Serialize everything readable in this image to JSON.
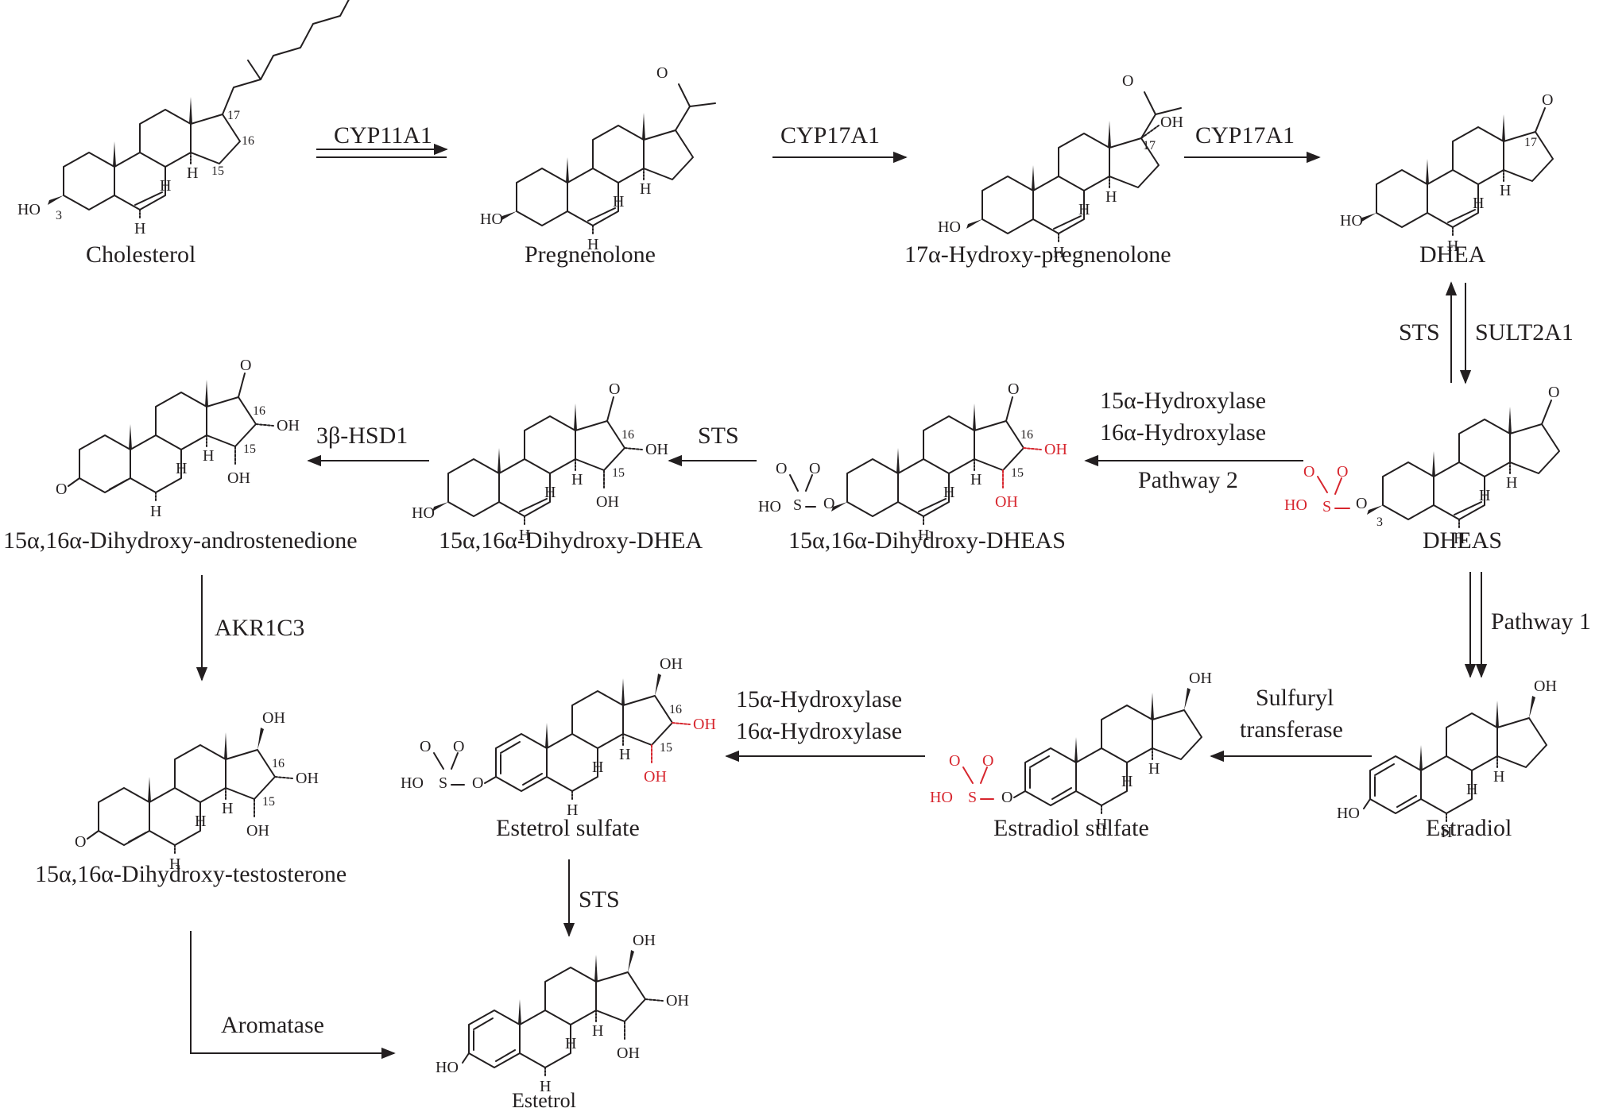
{
  "colors": {
    "ink": "#231f20",
    "highlight": "#d7262e"
  },
  "compounds": {
    "cholesterol": "Cholesterol",
    "pregnenolone": "Pregnenolone",
    "hydroxy_pregnenolone": "17α-Hydroxy-pregnenolone",
    "dhea": "DHEA",
    "dheas": "DHEAS",
    "dihydroxy_dheas": "15α,16α-Dihydroxy-DHEAS",
    "dihydroxy_dhea": "15α,16α-Dihydroxy-DHEA",
    "dihydroxy_androstenedione": "15α,16α-Dihydroxy-androstenedione",
    "dihydroxy_testosterone": "15α,16α-Dihydroxy-testosterone",
    "estradiol": "Estradiol",
    "estradiol_sulfate": "Estradiol sulfate",
    "estetrol_sulfate": "Estetrol sulfate",
    "estetrol": "Estetrol"
  },
  "enzymes": {
    "cyp11a1": "CYP11A1",
    "cyp17a1_1": "CYP17A1",
    "cyp17a1_2": "CYP17A1",
    "sts_dhea": "STS",
    "sult2a1": "SULT2A1",
    "hydroxylase15_a": "15α-Hydroxylase",
    "hydroxylase16_a": "16α-Hydroxylase",
    "pathway2": "Pathway 2",
    "sts_dhea2": "STS",
    "hsd1": "3β-HSD1",
    "akr1c3": "AKR1C3",
    "pathway1": "Pathway 1",
    "sulfuryl": "Sulfuryl",
    "transferase": "transferase",
    "hydroxylase15_b": "15α-Hydroxylase",
    "hydroxylase16_b": "16α-Hydroxylase",
    "sts_estetrol": "STS",
    "aromatase": "Aromatase"
  },
  "atoms": {
    "ho": "HO",
    "oh": "OH",
    "o": "O",
    "h": "H",
    "s": "S",
    "n3": "3",
    "n15": "15",
    "n16": "16",
    "n17": "17"
  }
}
